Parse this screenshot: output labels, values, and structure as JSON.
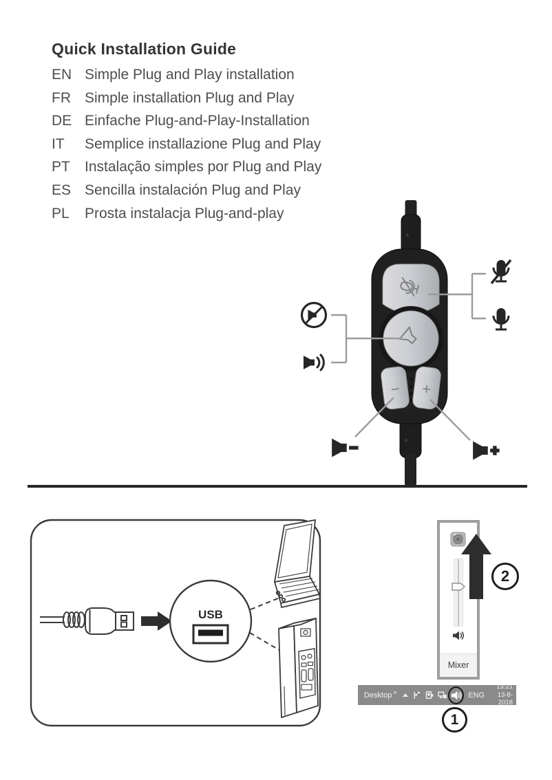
{
  "guide": {
    "title": "Quick Installation Guide",
    "items": [
      {
        "code": "EN",
        "text": "Simple Plug and Play installation"
      },
      {
        "code": "FR",
        "text": "Simple installation Plug and Play"
      },
      {
        "code": "DE",
        "text": "Einfache Plug-and-Play-Installation"
      },
      {
        "code": "IT",
        "text": "Semplice installazione Plug and Play"
      },
      {
        "code": "PT",
        "text": "Instalação simples por Plug and Play"
      },
      {
        "code": "ES",
        "text": "Sencilla instalación Plug and Play"
      },
      {
        "code": "PL",
        "text": "Prosta instalacja Plug-and-play"
      }
    ]
  },
  "remote": {
    "volume_down_label": "−",
    "volume_up_label": "+",
    "icons": {
      "mic_mute": "microphone-muted-icon",
      "mic_on": "microphone-icon",
      "speaker_mute": "speaker-muted-circle-icon",
      "speaker_on": "speaker-on-icon",
      "volume_down": "speaker-minus-icon",
      "volume_up": "speaker-plus-icon"
    }
  },
  "usb_diagram": {
    "port_label": "USB"
  },
  "volume_popup": {
    "mixer_label": "Mixer",
    "step_badge": "2"
  },
  "taskbar": {
    "desktop_label": "Desktop",
    "overflow_chevron": "»",
    "language": "ENG",
    "time": "13:21",
    "date": "13-8-2018",
    "step_badge": "1"
  },
  "colors": {
    "taskbar_gray": "#8a8a8a",
    "popup_border_gray": "#9e9e9e",
    "callout_line_gray": "#9b9b9b",
    "icon_black": "#262626",
    "button_silver": "#c6c9cc",
    "remote_body_black": "#202020",
    "text_dark": "#474747"
  }
}
